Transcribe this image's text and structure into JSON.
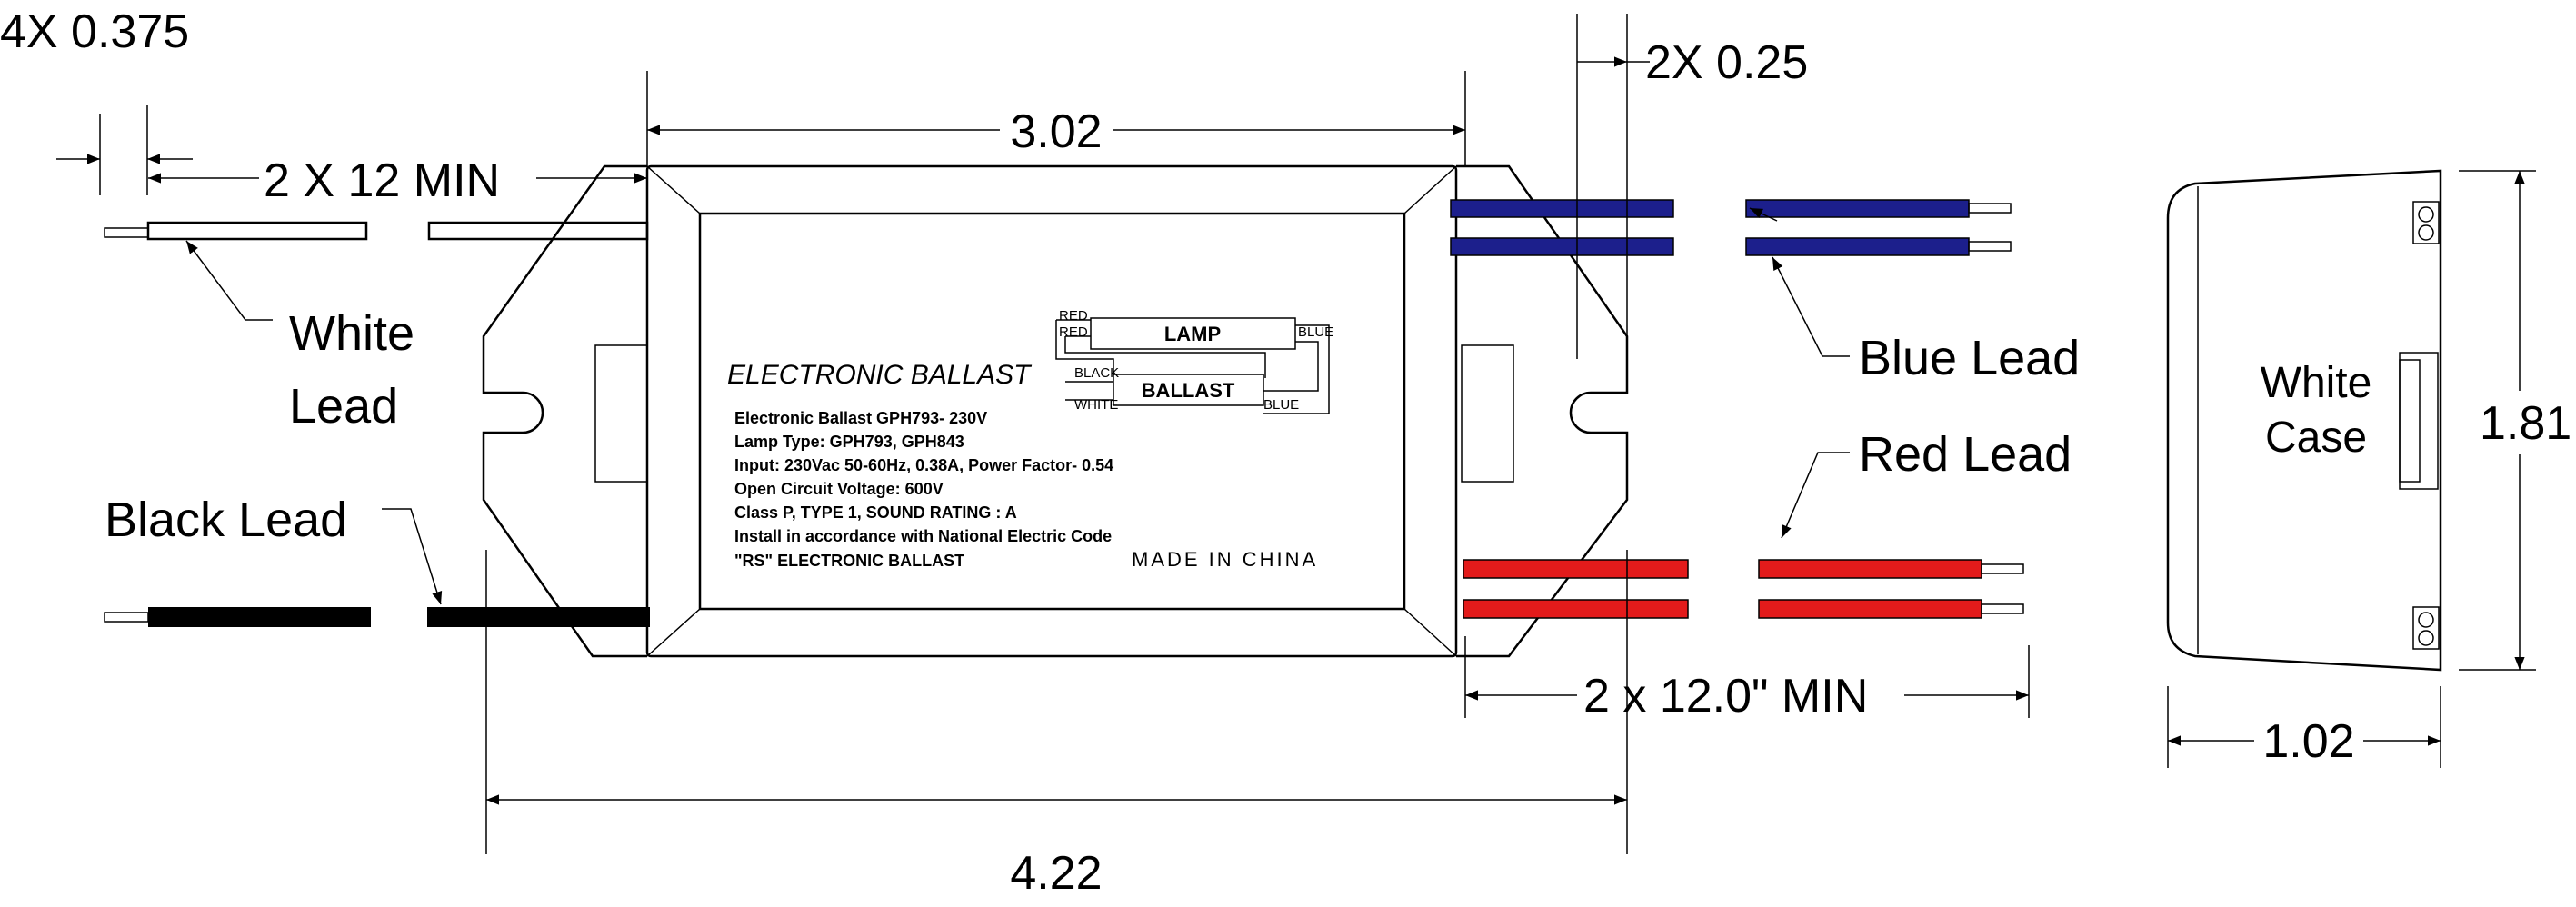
{
  "dimensions": {
    "screw_holes": "4X 0.375",
    "lead_holes": "2X 0.25",
    "white_lead_length": "2 X 12 MIN",
    "body_width": "3.02",
    "overall_length": "4.22",
    "color_lead_length": "2 x 12.0\" MIN",
    "height": "1.81",
    "depth": "1.02"
  },
  "callouts": {
    "white_lead_line1": "White",
    "white_lead_line2": "Lead",
    "black_lead": "Black Lead",
    "blue_lead": "Blue Lead",
    "red_lead": "Red Lead",
    "case_line1": "White",
    "case_line2": "Case"
  },
  "label": {
    "title": "ELECTRONIC BALLAST",
    "lines": [
      "Electronic Ballast  GPH793- 230V",
      "Lamp Type: GPH793, GPH843",
      "Input: 230Vac 50-60Hz, 0.38A, Power Factor- 0.54",
      "Open Circuit Voltage: 600V",
      "Class P, TYPE 1, SOUND RATING : A",
      "Install in accordance with National Electric Code",
      " \"RS\" ELECTRONIC BALLAST"
    ],
    "made_in": "MADE IN CHINA"
  },
  "wiring": {
    "lamp": "LAMP",
    "ballast": "BALLAST",
    "red_1": "RED",
    "red_2": "RED",
    "blue_1": "BLUE",
    "black": "BLACK",
    "white": "WHITE",
    "blue_2": "BLUE"
  },
  "colors": {
    "blue_wire": "#1c1f8c",
    "red_wire": "#e31b1b",
    "black_wire": "#000000",
    "white_wire": "#ffffff"
  }
}
